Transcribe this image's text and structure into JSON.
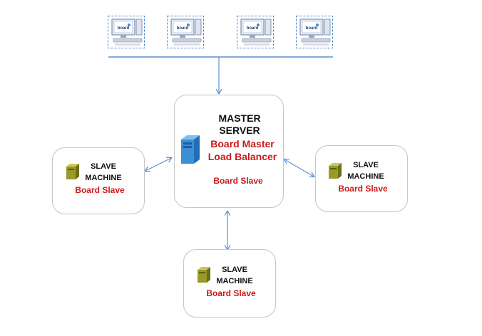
{
  "clients": [
    {
      "logo": "board"
    },
    {
      "logo": "board"
    },
    {
      "logo": "board"
    },
    {
      "logo": "board"
    }
  ],
  "master": {
    "title_line1": "MASTER",
    "title_line2": "SERVER",
    "role1": "Board Master",
    "role2": "Load Balancer",
    "role3": "Board Slave"
  },
  "slaves": [
    {
      "line1": "SLAVE",
      "line2": "MACHINE",
      "role": "Board Slave"
    },
    {
      "line1": "SLAVE",
      "line2": "MACHINE",
      "role": "Board Slave"
    },
    {
      "line1": "SLAVE",
      "line2": "MACHINE",
      "role": "Board Slave"
    }
  ],
  "colors": {
    "accent_red": "#cc1a1a",
    "connector": "#5b8fd1",
    "server_blue": "#3d8fd6",
    "slave_olive": "#9a9a2a"
  }
}
